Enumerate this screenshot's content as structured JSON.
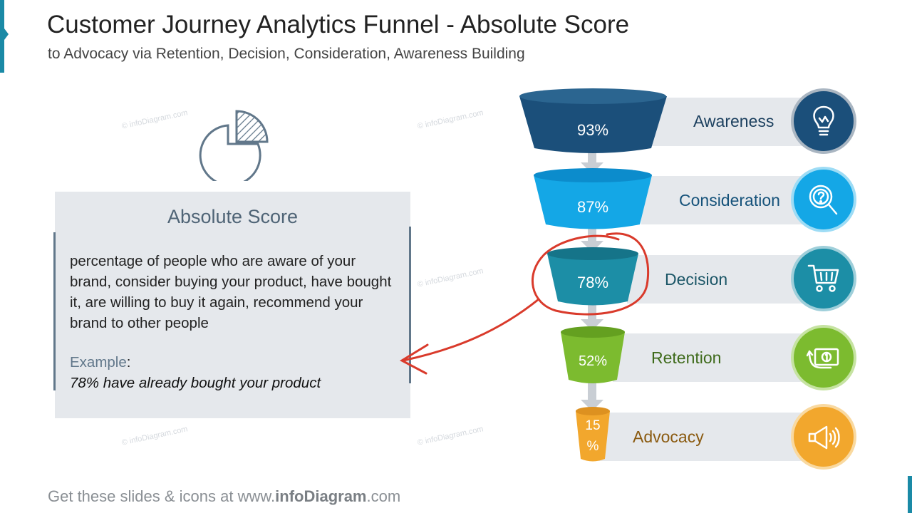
{
  "header": {
    "title": "Customer Journey Analytics Funnel - Absolute Score",
    "subtitle": "to Advocacy via Retention, Decision, Consideration, Awareness Building"
  },
  "watermark": "© infoDiagram.com",
  "score_box": {
    "title": "Absolute Score",
    "description": "percentage of people who are aware of your brand, consider buying your product, have bought it, are willing to buy it again, recommend your brand to other people",
    "example_label": "Example",
    "example_colon": ":",
    "example_text": "78% have already bought your product"
  },
  "funnel": {
    "stages": [
      {
        "label": "Awareness",
        "percent": "93%",
        "color": "#1b4f7a",
        "icon": "lightbulb-icon"
      },
      {
        "label": "Consideration",
        "percent": "87%",
        "color": "#14a7e6",
        "icon": "question-magnifier-icon"
      },
      {
        "label": "Decision",
        "percent": "78%",
        "color": "#1c8ea6",
        "icon": "shopping-cart-icon"
      },
      {
        "label": "Retention",
        "percent": "52%",
        "color": "#7cbb2f",
        "icon": "money-refresh-icon"
      },
      {
        "label": "Advocacy",
        "percent_line1": "15",
        "percent_line2": "%",
        "color": "#f2a72d",
        "icon": "megaphone-icon"
      }
    ],
    "highlight_color": "#d93a2b"
  },
  "footer": {
    "prefix": "Get these slides & icons at www.",
    "brand": "infoDiagram",
    "suffix": ".com"
  }
}
